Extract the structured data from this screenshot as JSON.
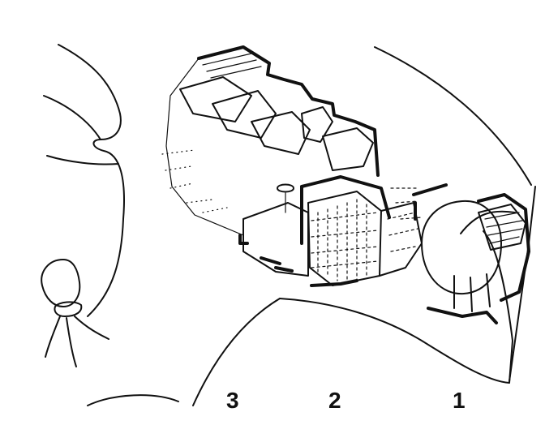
{
  "diagram": {
    "labels": [
      {
        "id": "1",
        "text": "1"
      },
      {
        "id": "2",
        "text": "2"
      },
      {
        "id": "3",
        "text": "3"
      }
    ],
    "colors": {
      "ink": "#111111",
      "background": "#ffffff"
    }
  }
}
